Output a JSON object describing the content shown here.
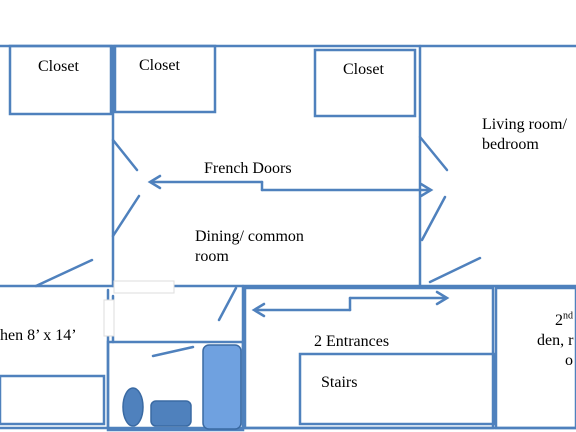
{
  "rooms": {
    "closet_1": "Closet",
    "closet_2": "Closet",
    "closet_3": "Closet",
    "french_doors": "French Doors",
    "living_room_line1": "Living room/",
    "living_room_line2": "bedroom",
    "dining_line1": "Dining/ common",
    "dining_line2": "room",
    "kitchen": "hen 8’ x 14’",
    "entrances": "2 Entrances",
    "stairs": "Stairs",
    "second_floor_num": "2",
    "second_floor_sup": "nd",
    "second_floor_line2": "den, r",
    "second_floor_line3": "o"
  },
  "colors": {
    "wall": "#4f81bd",
    "fixture_fill": "#4f81bd",
    "fixture_light": "#6fa1e0",
    "background": "#ffffff"
  }
}
